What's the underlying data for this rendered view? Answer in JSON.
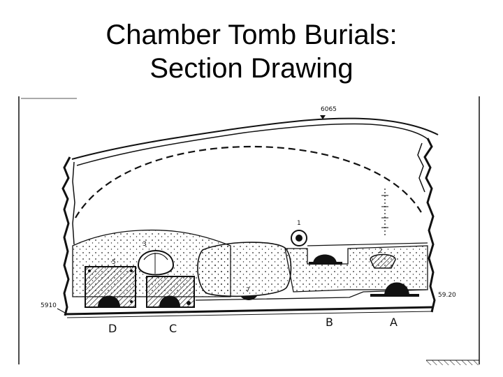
{
  "title": {
    "line1": "Chamber Tomb Burials:",
    "line2": "Section Drawing"
  },
  "drawing": {
    "elevations": {
      "top": "6065",
      "left": "5910",
      "right": "59.20"
    },
    "object_numbers": [
      "1",
      "2",
      "3",
      "5",
      "7"
    ],
    "burial_labels": [
      "D",
      "C",
      "B",
      "A"
    ]
  },
  "colors": {
    "ink": "#111111",
    "hatch": "#333333",
    "paper": "#ffffff"
  }
}
